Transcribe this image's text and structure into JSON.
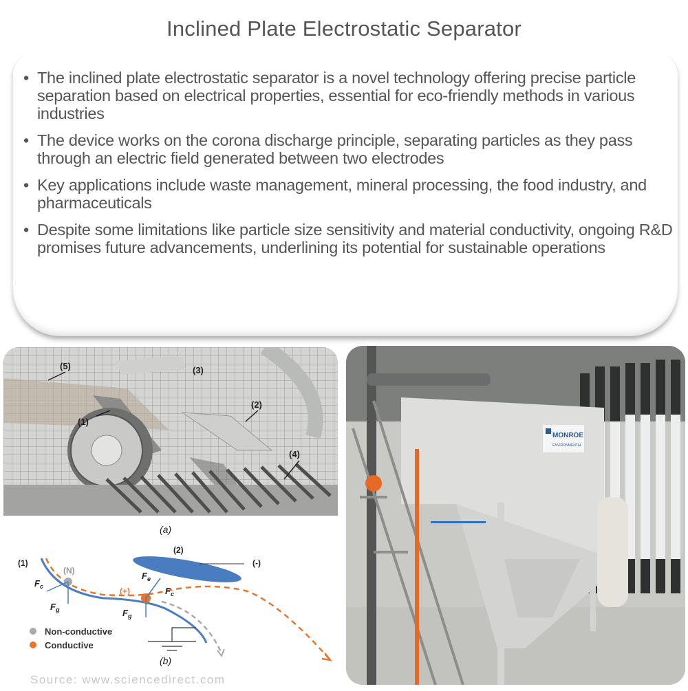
{
  "title": "Inclined Plate Electrostatic Separator",
  "bullets": [
    "The inclined plate electrostatic separator is a novel technology offering precise particle separation based on electrical properties, essential for eco-friendly methods in various industries",
    "The device works on the corona discharge principle, separating particles as they pass through an electric field generated between two electrodes",
    "Key applications include waste management, mineral processing, the food industry, and pharmaceuticals",
    "Despite some limitations like particle size sensitivity and material conductivity, ongoing R&D promises future advancements, underlining its potential for sustainable operations"
  ],
  "photo_a": {
    "labels": [
      "(1)",
      "(2)",
      "(3)",
      "(4)",
      "(5)"
    ],
    "caption": "(a)"
  },
  "diagram_b": {
    "electrode1": "(1)",
    "electrode2": "(2)",
    "negative": "(-)",
    "neutral": "(N)",
    "positive": "(+)",
    "force_c": "F",
    "force_c_sub": "c",
    "force_g": "F",
    "force_g_sub": "g",
    "force_e": "F",
    "force_e_sub": "e",
    "legend": [
      "Non-conductive",
      "Conductive"
    ],
    "caption": "(b)",
    "source": "Source: www.sciencedirect.com",
    "colors": {
      "electrode": "#4a7cc0",
      "conductive": "#e8752a",
      "nonconductive": "#aaaaaa"
    }
  },
  "photo_b": {
    "logo": "MONROE",
    "logo_sub": "ENVIRONMENTAL"
  }
}
